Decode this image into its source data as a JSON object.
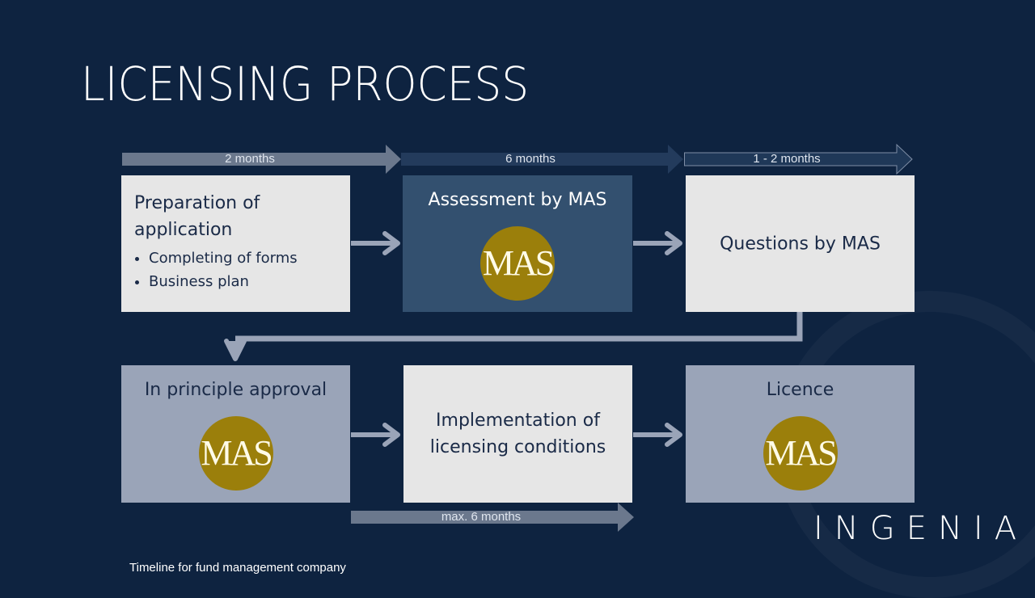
{
  "slide": {
    "title": "LICENSING PROCESS",
    "footer_note": "Timeline for fund management company",
    "logo_text": "INGENIA"
  },
  "timeline": [
    {
      "label": "2 months",
      "style": "filled-gray"
    },
    {
      "label": "6 months",
      "style": "filled-dark"
    },
    {
      "label": "1 - 2 months",
      "style": "outline"
    },
    {
      "label": "max. 6 months",
      "style": "filled-gray"
    }
  ],
  "steps": [
    {
      "title": "Preparation of application",
      "title_lines": [
        "Preparation of",
        "application"
      ],
      "bullets": [
        "Completing of forms",
        "Business plan"
      ],
      "logo": null
    },
    {
      "title": "Assessment by MAS",
      "logo": "MAS"
    },
    {
      "title": "Questions by MAS",
      "logo": null
    },
    {
      "title": "In principle approval",
      "logo": "MAS"
    },
    {
      "title": "Implementation of licensing conditions",
      "title_lines": [
        "Implementation of",
        "licensing conditions"
      ],
      "logo": null
    },
    {
      "title": "Licence",
      "logo": "MAS"
    }
  ],
  "colors": {
    "background": "#0e2340",
    "box_light": "#e6e6e6",
    "box_dark": "#33506f",
    "box_mid": "#9aa4b8",
    "mas_gold": "#9b7f0b",
    "connector": "#9aa4b8"
  }
}
